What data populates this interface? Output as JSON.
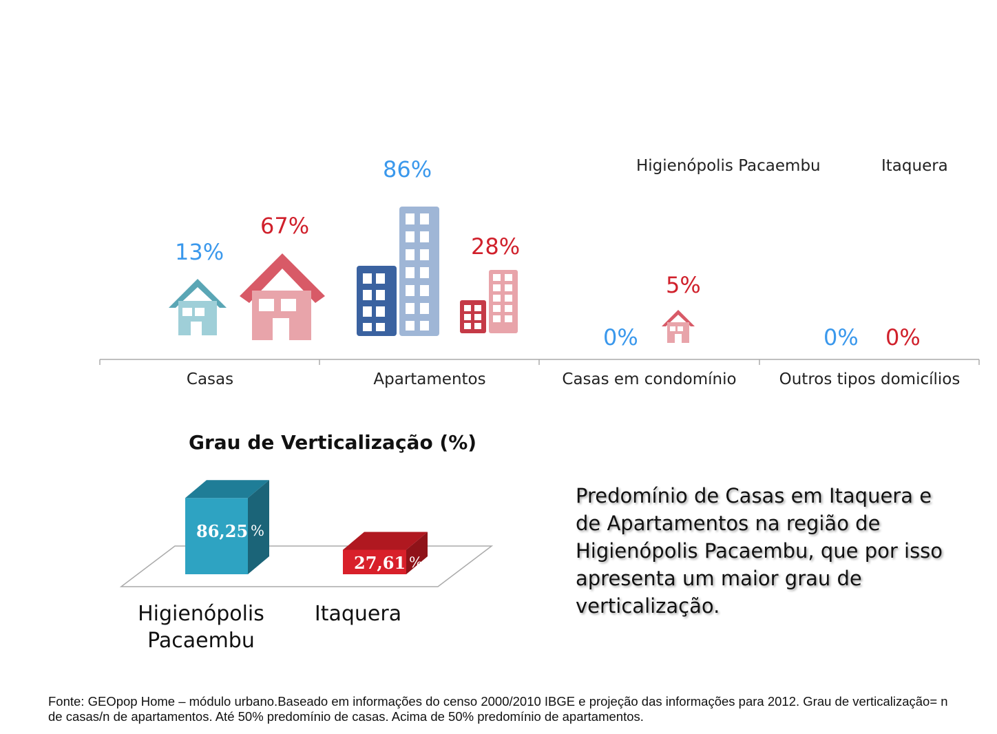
{
  "colors": {
    "higienopolis": "#3a98ec",
    "itaquera": "#d0202b",
    "higienopolis_house": "#5aa6b5",
    "itaquera_house": "#d85a67",
    "higienopolis_building": "#3a62a0",
    "itaquera_building": "#c53a47",
    "bar_higienopolis": "#2ea3c2",
    "bar_itaquera": "#d8202a"
  },
  "chart_data": [
    {
      "type": "bar",
      "title": "",
      "categories": [
        "Casas",
        "Apartamentos",
        "Casas em condomínio",
        "Outros tipos domicílios"
      ],
      "series": [
        {
          "name": "Higienópolis Pacaembu",
          "values": [
            13,
            86,
            0,
            0
          ],
          "labels": [
            "13%",
            "86%",
            "0%",
            "0%"
          ],
          "icon": [
            "house-icon",
            "building-icon",
            "house-icon",
            "none"
          ]
        },
        {
          "name": "Itaquera",
          "values": [
            67,
            28,
            5,
            0
          ],
          "labels": [
            "67%",
            "28%",
            "5%",
            "0%"
          ],
          "icon": [
            "house-icon",
            "building-icon",
            "house-icon",
            "none"
          ]
        }
      ],
      "legend": "top-right",
      "grid": false
    },
    {
      "type": "bar",
      "title": "Grau de Verticalização (%)",
      "categories": [
        "Higienópolis Pacaembu",
        "Itaquera"
      ],
      "category_lines": [
        [
          "Higienópolis",
          "Pacaembu"
        ],
        [
          "Itaquera"
        ]
      ],
      "values": [
        86.25,
        27.61
      ],
      "value_labels": [
        "86,25",
        "27,61"
      ],
      "unit": "%",
      "style": "3d"
    }
  ],
  "note": "Predomínio de Casas em Itaquera e de Apartamentos na região de Higienópolis Pacaembu, que por isso apresenta um maior grau de verticalização.",
  "source": "Fonte: GEOpop Home – módulo urbano.Baseado em informações do censo 2000/2010 IBGE e projeção das informações para 2012. Grau de verticalização= n de casas/n de apartamentos. Até 50% predomínio de casas. Acima de 50% predomínio de apartamentos."
}
